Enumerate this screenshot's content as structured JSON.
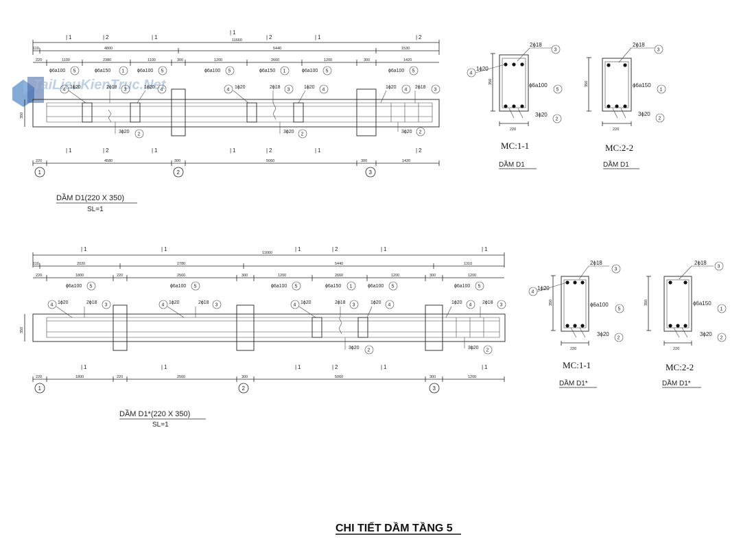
{
  "watermark": "TaiLieuKienTruc.Net",
  "page_title": "CHI TIẾT DẦM TẦNG 5",
  "beams": [
    {
      "id": "d1",
      "title": "DẦM D1(220 X 350)",
      "qty": "SL=1",
      "height_label": "350",
      "top_marks": [
        "1",
        "2",
        "1",
        "1",
        "2",
        "1",
        "2"
      ],
      "overall": "11660",
      "spans": [
        "110",
        "4800",
        "5440",
        "1530"
      ],
      "segs": [
        "220",
        "1100",
        "2380",
        "1100",
        "300",
        "1200",
        "2660",
        "1200",
        "300",
        "1420"
      ],
      "stirrups": [
        "ɸ6a100",
        "ɸ6a150",
        "ɸ6a100",
        "ɸ6a100",
        "ɸ6a150",
        "ɸ6a100",
        "ɸ6a100"
      ],
      "stirrup_nums": [
        "5",
        "1",
        "5",
        "5",
        "1",
        "5",
        "5"
      ],
      "top_bars": [
        "1ɸ20",
        "2ɸ18",
        "1ɸ20",
        "1ɸ20",
        "2ɸ18",
        "1ɸ20",
        "1ɸ20",
        "2ɸ18"
      ],
      "top_bar_nums": [
        "4",
        "3",
        "4",
        "4",
        "3",
        "4",
        "4",
        "3"
      ],
      "bottom_bars": [
        "3ɸ20",
        "3ɸ20",
        "3ɸ20"
      ],
      "bottom_bar_nums": [
        "2",
        "2",
        "2"
      ],
      "bot_marks": [
        "1",
        "2",
        "1",
        "1",
        "2",
        "1",
        "2"
      ],
      "bot_dims": [
        "220",
        "4580",
        "300",
        "5060",
        "300",
        "1420"
      ],
      "axes": [
        "1",
        "2",
        "3"
      ]
    },
    {
      "id": "d1s",
      "title": "DẦM D1*(220 X 350)",
      "qty": "SL=1",
      "height_label": "350",
      "top_marks": [
        "1",
        "1",
        "1",
        "2",
        "1",
        "1"
      ],
      "overall": "11660",
      "spans": [
        "110",
        "2020",
        "2780",
        "5440",
        "1310"
      ],
      "segs": [
        "220",
        "1800",
        "220",
        "2560",
        "300",
        "1200",
        "2660",
        "1200",
        "300",
        "1200"
      ],
      "stirrups": [
        "ɸ6a100",
        "ɸ6a100",
        "ɸ6a100",
        "ɸ6a150",
        "ɸ6a100",
        "ɸ6a100"
      ],
      "stirrup_nums": [
        "5",
        "5",
        "5",
        "1",
        "5",
        "5"
      ],
      "top_bars": [
        "1ɸ20",
        "2ɸ18",
        "1ɸ20",
        "2ɸ18",
        "1ɸ20",
        "2ɸ18",
        "1ɸ20",
        "1ɸ20",
        "2ɸ18"
      ],
      "top_bar_nums": [
        "4",
        "3",
        "4",
        "3",
        "4",
        "3",
        "4",
        "4",
        "3"
      ],
      "bottom_bars": [
        "3ɸ20",
        "3ɸ20"
      ],
      "bottom_bar_nums": [
        "2",
        "2"
      ],
      "bot_marks": [
        "1",
        "1",
        "1",
        "2",
        "1",
        "1"
      ],
      "bot_dims": [
        "220",
        "1800",
        "220",
        "2560",
        "300",
        "5060",
        "300",
        "1200"
      ],
      "axes": [
        "1",
        "2",
        "3"
      ]
    }
  ],
  "sections": [
    {
      "title": "MC:1-1",
      "beam": "DẦM D1",
      "top": "2ɸ18",
      "top_num": "3",
      "mid": "1ɸ20",
      "mid_num": "4",
      "stirrup": "ɸ6a100",
      "stirrup_num": "5",
      "bottom": "3ɸ20",
      "bottom_num": "2",
      "h": "350",
      "w": "220"
    },
    {
      "title": "MC:2-2",
      "beam": "DẦM D1",
      "top": "2ɸ18",
      "top_num": "3",
      "stirrup": "ɸ6a150",
      "stirrup_num": "1",
      "bottom": "3ɸ20",
      "bottom_num": "2",
      "h": "350",
      "w": "220"
    },
    {
      "title": "MC:1-1",
      "beam": "DẦM D1*",
      "top": "2ɸ18",
      "top_num": "3",
      "mid": "1ɸ20",
      "mid_num": "4",
      "stirrup": "ɸ6a100",
      "stirrup_num": "5",
      "bottom": "3ɸ20",
      "bottom_num": "2",
      "h": "350",
      "w": "220"
    },
    {
      "title": "MC:2-2",
      "beam": "DẦM D1*",
      "top": "2ɸ18",
      "top_num": "3",
      "stirrup": "ɸ6a150",
      "stirrup_num": "1",
      "bottom": "3ɸ20",
      "bottom_num": "2",
      "h": "350",
      "w": "220"
    }
  ]
}
